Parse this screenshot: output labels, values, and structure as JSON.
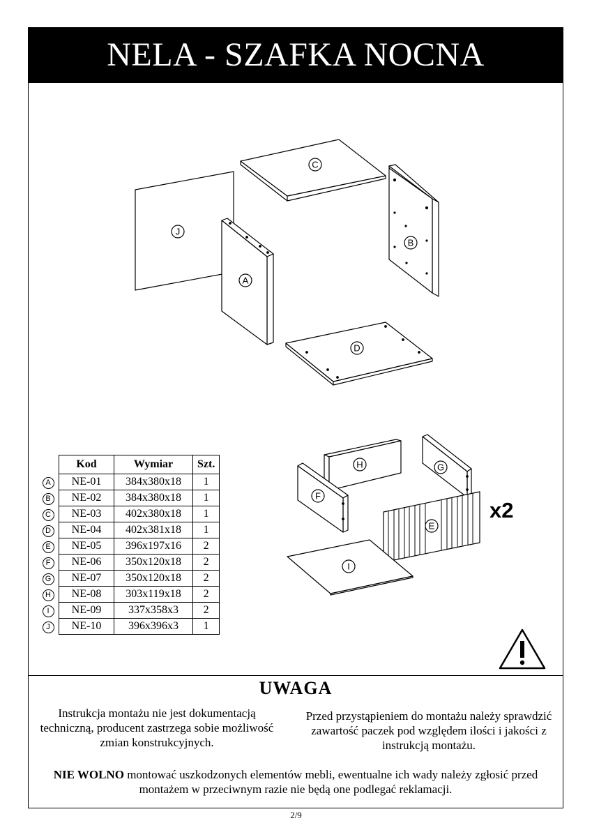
{
  "title": "NELA - SZAFKA NOCNA",
  "labels": {
    "A": "A",
    "B": "B",
    "C": "C",
    "D": "D",
    "E": "E",
    "F": "F",
    "G": "G",
    "H": "H",
    "I": "I",
    "J": "J"
  },
  "multiplier": "x2",
  "table": {
    "headers": {
      "kod": "Kod",
      "wymiar": "Wymiar",
      "szt": "Szt."
    },
    "rows": [
      {
        "letter": "A",
        "kod": "NE-01",
        "wymiar": "384x380x18",
        "szt": "1"
      },
      {
        "letter": "B",
        "kod": "NE-02",
        "wymiar": "384x380x18",
        "szt": "1"
      },
      {
        "letter": "C",
        "kod": "NE-03",
        "wymiar": "402x380x18",
        "szt": "1"
      },
      {
        "letter": "D",
        "kod": "NE-04",
        "wymiar": "402x381x18",
        "szt": "1"
      },
      {
        "letter": "E",
        "kod": "NE-05",
        "wymiar": "396x197x16",
        "szt": "2"
      },
      {
        "letter": "F",
        "kod": "NE-06",
        "wymiar": "350x120x18",
        "szt": "2"
      },
      {
        "letter": "G",
        "kod": "NE-07",
        "wymiar": "350x120x18",
        "szt": "2"
      },
      {
        "letter": "H",
        "kod": "NE-08",
        "wymiar": "303x119x18",
        "szt": "2"
      },
      {
        "letter": "I",
        "kod": "NE-09",
        "wymiar": "337x358x3",
        "szt": "2"
      },
      {
        "letter": "J",
        "kod": "NE-10",
        "wymiar": "396x396x3",
        "szt": "1"
      }
    ]
  },
  "warning": {
    "heading": "UWAGA",
    "left": "Instrukcja montażu nie jest dokumentacją techniczną, producent zastrzega sobie możliwość zmian konstrukcyjnych.",
    "right": "Przed przystąpieniem do montażu należy sprawdzić zawartość paczek pod względem ilości  i jakości z instrukcją montażu.",
    "bottom_bold": "NIE WOLNO",
    "bottom_rest": " montować uszkodzonych elementów mebli, ewentualne ich wady należy zgłosić przed montażem w przeciwnym razie nie będą one podlegać reklamacji."
  },
  "page_number": "2/9"
}
